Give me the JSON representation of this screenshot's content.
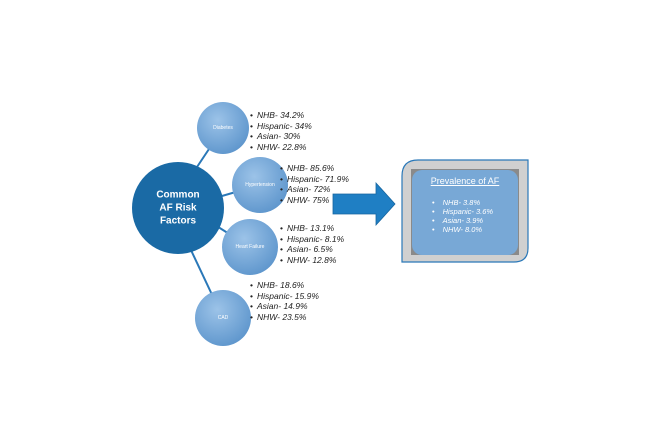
{
  "center": {
    "line1": "Common",
    "line2": "AF Risk",
    "line3": "Factors"
  },
  "factors": [
    {
      "name": "Diabetes",
      "stats": [
        "NHB- 34.2%",
        "Hispanic- 34%",
        "Asian- 30%",
        "NHW- 22.8%"
      ]
    },
    {
      "name": "Hypertension",
      "stats": [
        "NHB- 85.6%",
        "Hispanic- 71.9%",
        "Asian- 72%",
        "NHW- 75%"
      ]
    },
    {
      "name": "Heart Failure",
      "stats": [
        "NHB- 13.1%",
        "Hispanic- 8.1%",
        "Asian- 6.5%",
        "NHW- 12.8%"
      ]
    },
    {
      "name": "CAD",
      "stats": [
        "NHB- 18.6%",
        "Hispanic- 15.9%",
        "Asian- 14.9%",
        "NHW- 23.5%"
      ]
    }
  ],
  "prevalence": {
    "title": "Prevalence of AF",
    "stats": [
      "NHB- 3.8%",
      "Hispanic- 3.6%",
      "Asian- 3.9%",
      "NHW- 8.0%"
    ]
  },
  "colors": {
    "center": "#1a6aa5",
    "bubble": "#6fa3d6",
    "arrow": "#1f7fc4",
    "box": "#78a8d6",
    "frame": "#d0d0d0"
  }
}
